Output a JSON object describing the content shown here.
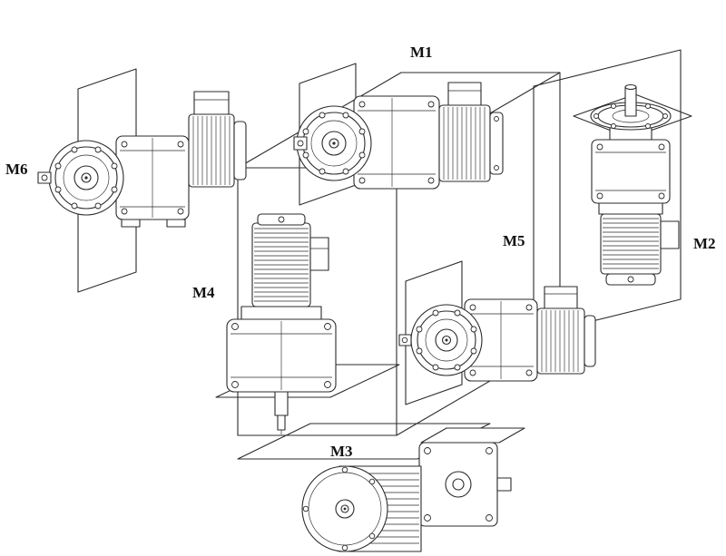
{
  "colors": {
    "ink": "#2b2b2b",
    "background": "#ffffff"
  },
  "labels": [
    {
      "id": "m1",
      "text": "M1"
    },
    {
      "id": "m2",
      "text": "M2"
    },
    {
      "id": "m3",
      "text": "M3"
    },
    {
      "id": "m4",
      "text": "M4"
    },
    {
      "id": "m5",
      "text": "M5"
    },
    {
      "id": "m6",
      "text": "M6"
    }
  ]
}
